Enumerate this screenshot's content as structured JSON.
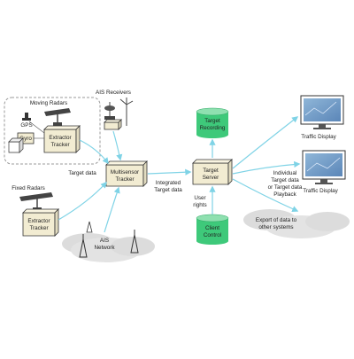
{
  "groups": {
    "moving_radars": "Moving Radars",
    "fixed_radars": "Fixed Radars",
    "ais_receivers": "AIS Receivers",
    "ais_network_line1": "AIS",
    "ais_network_line2": "Network"
  },
  "components": {
    "gps": "GPS",
    "gyro": "Gyro",
    "extractor_tracker_line1": "Extractor",
    "extractor_tracker_line2": "Tracker",
    "multisensor_line1": "Multisensor",
    "multisensor_line2": "Tracker",
    "target_server_line1": "Target",
    "target_server_line2": "Server",
    "target_recording_line1": "Target",
    "target_recording_line2": "Recording",
    "client_control_line1": "Client",
    "client_control_line2": "Control",
    "traffic_display": "Traffic Display"
  },
  "flows": {
    "target_data": "Target data",
    "integrated_line1": "Integrated",
    "integrated_line2": "Target data",
    "user_rights_line1": "User",
    "user_rights_line2": "rights",
    "individual_line1": "Individual",
    "individual_line2": "Target data",
    "individual_line3": "or Target data",
    "individual_line4": "Playback",
    "export_line1": "Export of data to",
    "export_line2": "other systems"
  },
  "colors": {
    "box_fill": "#f2ecd2",
    "box_stroke": "#333333",
    "database_fill": "#3ec97a",
    "database_top": "#8fe0b0",
    "arrow": "#7fd3e6",
    "cloud": "#dcdcdc",
    "dashed_border": "#999999"
  }
}
